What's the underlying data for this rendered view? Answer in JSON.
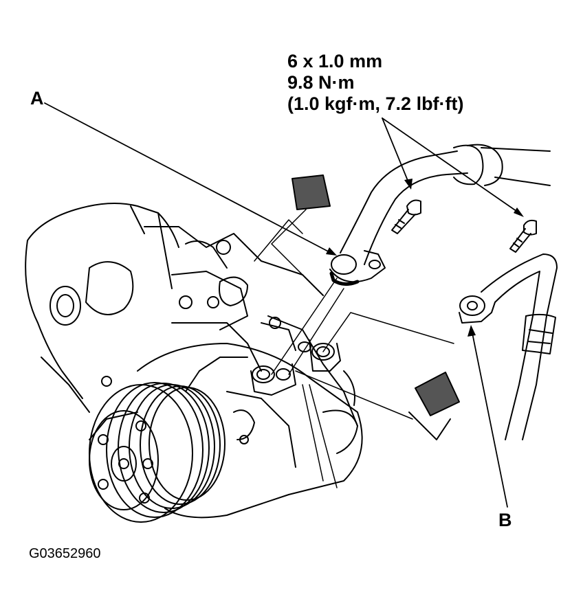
{
  "spec": {
    "line1": "6 x 1.0 mm",
    "line2": "9.8 N·m",
    "line3": "(1.0 kgf·m, 7.2 lbf·ft)"
  },
  "callouts": {
    "a": "A",
    "b": "B"
  },
  "figure_id": "G03652960"
}
